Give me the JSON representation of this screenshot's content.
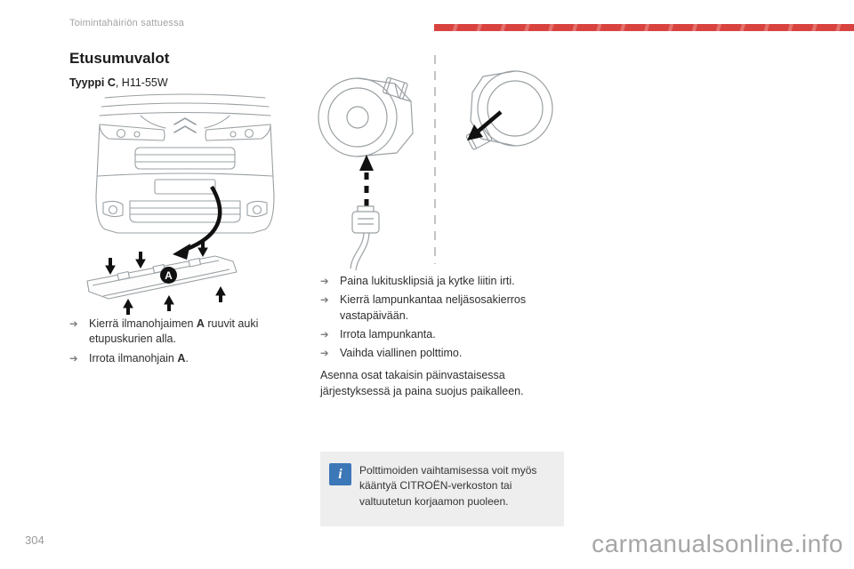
{
  "page": {
    "section_header": "Toimintahäiriön sattuessa",
    "page_number": "304",
    "watermark": "carmanualsonline.info"
  },
  "icons": {
    "step_bullet": "➔",
    "info": "i"
  },
  "colors": {
    "accent_red": "#d9433f",
    "info_blue": "#3c77b7"
  },
  "article": {
    "title": "Etusumuvalot",
    "subtitle": {
      "bold": "Tyyppi C",
      "rest": ", H11-55W"
    },
    "callout_label": "A",
    "left_steps": [
      {
        "pre": "Kierrä ilmanohjaimen ",
        "bold": "A",
        "post": " ruuvit auki etupuskurien alla."
      },
      {
        "pre": "Irrota ilmanohjain ",
        "bold": "A",
        "post": "."
      }
    ],
    "right_steps": [
      "Paina lukitusklipsiä ja kytke liitin irti.",
      "Kierrä lampunkantaa neljäsosakierros vastapäivään.",
      "Irrota lampunkanta.",
      "Vaihda viallinen polttimo."
    ],
    "closing": "Asenna osat takaisin päinvastaisessa järjestyksessä ja paina suojus paikalleen.",
    "info_note": "Polttimoiden vaihtamisessa voit myös kääntyä CITROËN-verkoston tai valtuutetun korjaamon puoleen."
  }
}
